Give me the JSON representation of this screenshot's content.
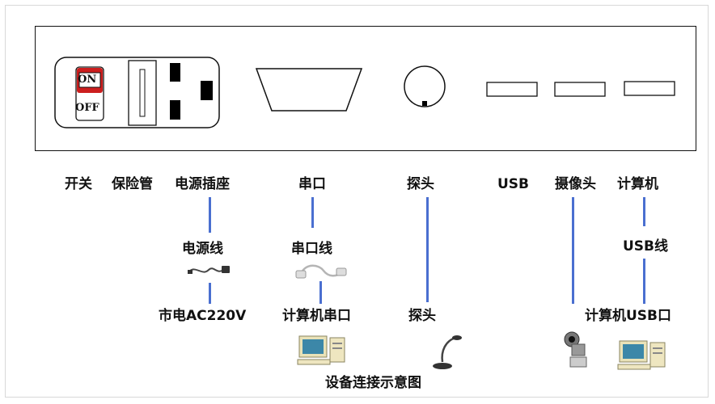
{
  "caption": "设备连接示意图",
  "panel": {
    "switch_on": "ON",
    "switch_off": "OFF"
  },
  "port_labels": {
    "switch": "开关",
    "fuse": "保险管",
    "power_socket": "电源插座",
    "serial": "串口",
    "probe": "探头",
    "usb": "USB",
    "camera": "摄像头",
    "computer": "计算机"
  },
  "cables": {
    "power_cable": "电源线",
    "serial_cable": "串口线",
    "usb_cable": "USB线"
  },
  "endpoints": {
    "mains": "市电AC220V",
    "pc_serial": "计算机串口",
    "probe": "探头",
    "pc_usb": "计算机USB口"
  },
  "colors": {
    "connector_line": "#4a6fd0",
    "switch_red": "#cc1e1e"
  }
}
